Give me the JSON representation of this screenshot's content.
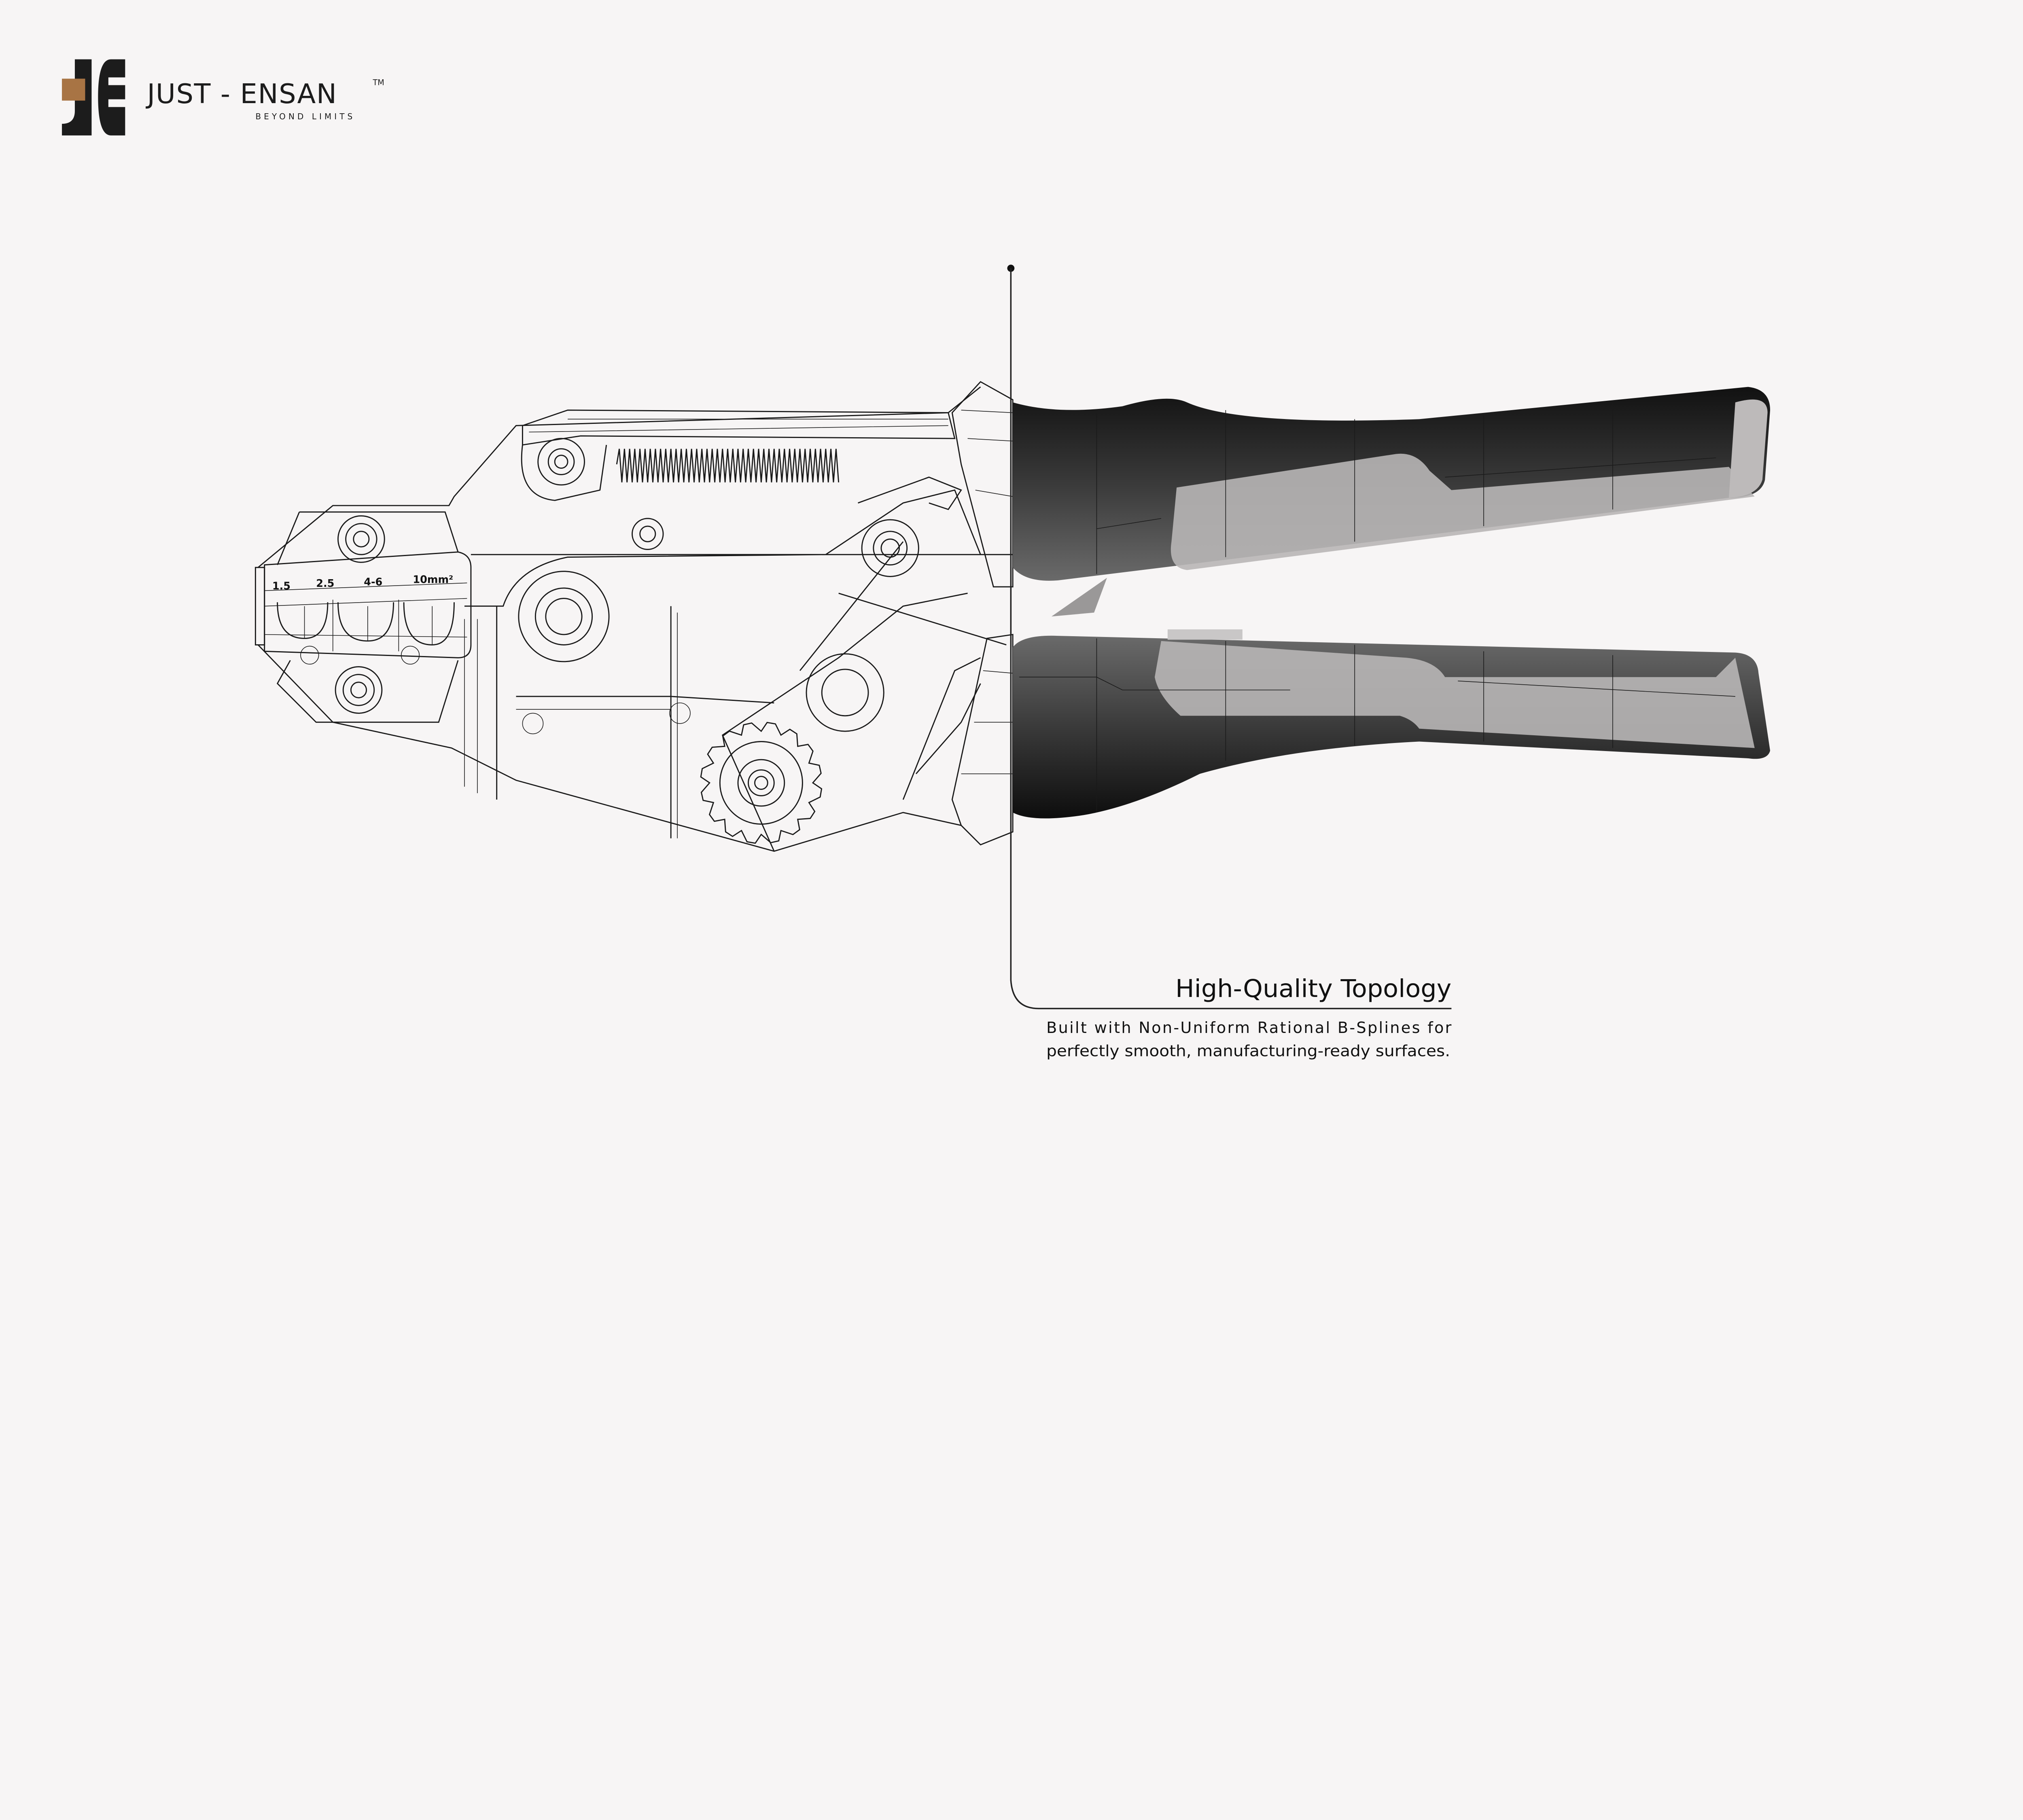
{
  "brand": {
    "logo_mark": "jE",
    "name": "JUST - ENSAN",
    "trademark": "TM",
    "tagline": "BEYOND LIMITS",
    "accent_color": "#a87444",
    "mark_color": "#1c1c1c"
  },
  "die_labels": [
    "1.5",
    "2.5",
    "4-6",
    "10mm²"
  ],
  "callout": {
    "title": "High-Quality Topology",
    "body_line_1": "Built with Non-Uniform Rational B-Splines for",
    "body_line_2": "perfectly smooth, manufacturing-ready surfaces."
  },
  "colors": {
    "background": "#f7f5f5",
    "handle_dark": "#2a2a2a",
    "handle_light": "#b8b6b6",
    "wireframe": "#1a1a1a"
  }
}
